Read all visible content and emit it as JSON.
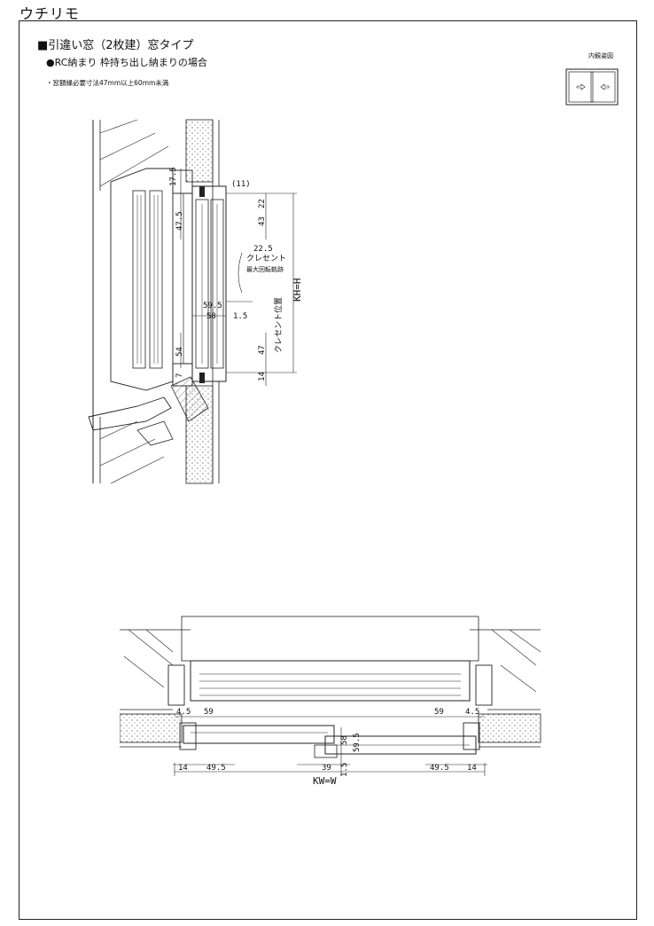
{
  "header": {
    "title": "ウチリモ"
  },
  "section": {
    "heading": "■引違い窓（2枚建）窓タイプ",
    "subheading": "●RC納まり 枠持ち出し納まりの場合",
    "note": "・窓額縁必要寸法47mm以上60mm未満"
  },
  "inner_view": {
    "label": "内観姿図"
  },
  "vertical_section": {
    "dims": {
      "d17_5": "17.5",
      "d11": "(11)",
      "d47_5": "47.5",
      "d43": "43",
      "d22": "22",
      "d22_5": "22.5",
      "crescent": "クレセント",
      "max_rot": "最大回転軌跡",
      "kh": "KH=H",
      "d59_5": "59.5",
      "d58": "58",
      "d1_5": "1.5",
      "crescent_pos": "クレセント位置",
      "d54": "54",
      "d47": "47",
      "d7": "7",
      "d14": "14"
    }
  },
  "horizontal_section": {
    "dims": {
      "l4_5": "4.5",
      "l59": "59",
      "r59": "59",
      "r4_5": "4.5",
      "c58": "58",
      "c59_5": "59.5",
      "l14": "14",
      "l49_5": "49.5",
      "c39": "39",
      "c1_5": "1.5",
      "r49_5": "49.5",
      "r14": "14",
      "kw": "KW=W"
    }
  }
}
